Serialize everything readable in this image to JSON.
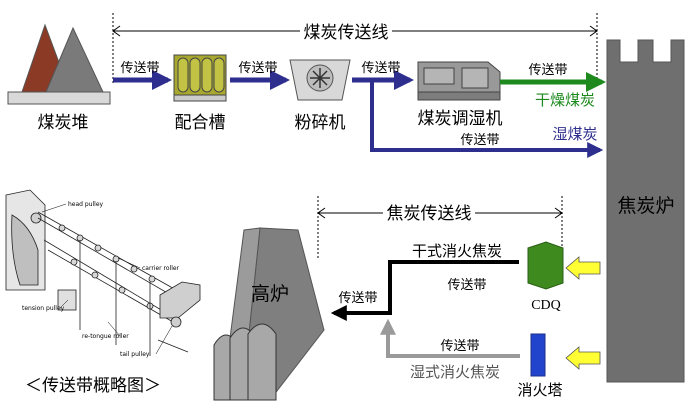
{
  "coal_line": {
    "title": "煤炭传送线",
    "stages": {
      "coal_pile": "煤炭堆",
      "blending_tank": "配合槽",
      "crusher": "粉碎机",
      "humidity_controller": "煤炭调湿机"
    },
    "conveyor_label": "传送带",
    "dry_coal": "干燥煤炭",
    "wet_coal": "湿煤炭"
  },
  "coke_oven": "焦炭炉",
  "coke_line": {
    "title": "焦炭传送线",
    "blast_furnace": "高炉",
    "conveyor_label": "传送带",
    "dry_quench": "干式消火焦炭",
    "wet_quench": "湿式消火焦炭",
    "cdq": "CDQ",
    "quench_tower": "消火塔"
  },
  "schematic": {
    "caption": "＜传送带概略图＞",
    "labels": {
      "head_pulley": "head pulley",
      "carrier_roller": "carrier roller",
      "tension_pulley": "tension pulley",
      "return_roller": "re-tongue roller",
      "tail_pulley": "tail pulley"
    }
  },
  "colors": {
    "coal_arrow": "#2e2e8f",
    "dry_arrow": "#1e8a1e",
    "dry_text": "#1e8a1e",
    "wet_text": "#2e2e8f",
    "oven": "#6f6f6f",
    "furnace": "#7f7f7f",
    "cdq": "#3f8a1f",
    "quench_tower": "#2244cc",
    "feed_arrow": "#ffff33",
    "gray_arrow": "#9a9a9a"
  }
}
